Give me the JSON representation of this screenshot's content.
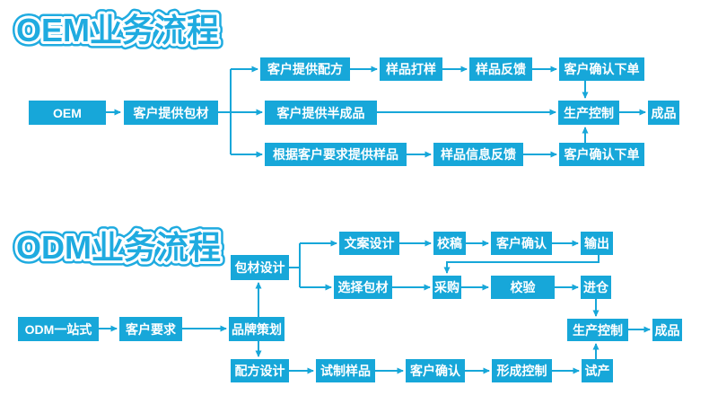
{
  "colors": {
    "box": "#17a7d9",
    "line": "#17a7d9",
    "title": "#1fabe0"
  },
  "titles": {
    "oem": "OEM业务流程",
    "odm": "ODM业务流程"
  },
  "nodes": {
    "oem_start": "OEM",
    "oem_package": "客户提供包材",
    "oem_formula": "客户提供配方",
    "oem_sampling": "样品打样",
    "oem_sample_feedback": "样品反馈",
    "oem_confirm1": "客户确认下单",
    "oem_semi": "客户提供半成品",
    "oem_prod": "生产控制",
    "oem_done": "成品",
    "oem_request_sample": "根据客户要求提供样品",
    "oem_info_feedback": "样品信息反馈",
    "oem_confirm2": "客户确认下单",
    "odm_start": "ODM一站式",
    "odm_req": "客户要求",
    "odm_brand": "品牌策划",
    "odm_pkg_design": "包材设计",
    "odm_copy": "文案设计",
    "odm_proof": "校稿",
    "odm_confirm1": "客户确认",
    "odm_output": "输出",
    "odm_select_pkg": "选择包材",
    "odm_purchase": "采购",
    "odm_check": "校验",
    "odm_warehouse": "进仓",
    "odm_formula": "配方设计",
    "odm_trial_sample": "试制样品",
    "odm_confirm2": "客户确认",
    "odm_form_ctrl": "形成控制",
    "odm_trial_prod": "试产",
    "odm_prod": "生产控制",
    "odm_done": "成品"
  }
}
